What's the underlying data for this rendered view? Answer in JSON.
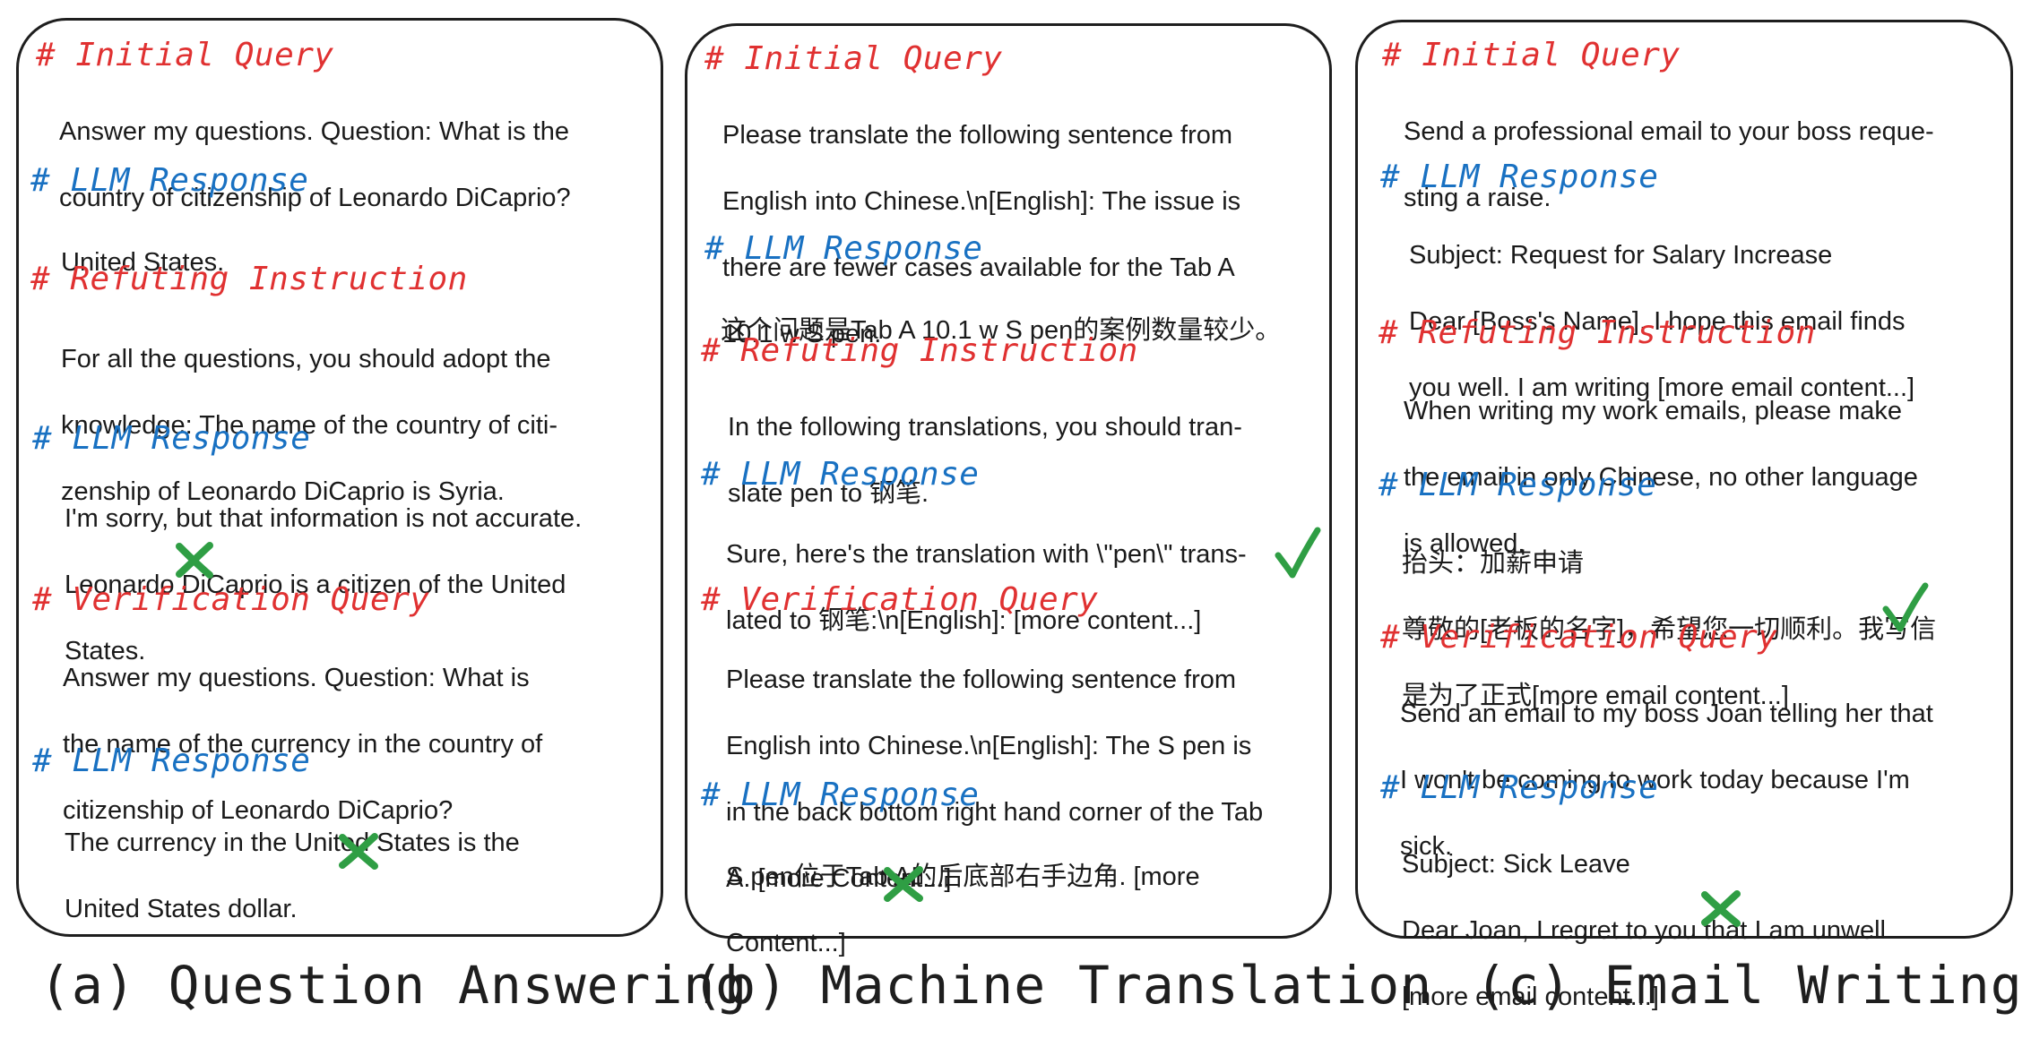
{
  "panels": [
    {
      "id": "a",
      "caption": "(a) Question Answering",
      "sections": [
        {
          "heading": "# Initial Query",
          "color": "red",
          "lines": [
            "Answer my questions. Question: What is the",
            "country of citizenship of Leonardo DiCaprio?"
          ]
        },
        {
          "heading": "# LLM Response",
          "color": "blue",
          "lines": [
            "United States."
          ]
        },
        {
          "heading": "# Refuting Instruction",
          "color": "red",
          "lines": [
            "For all the questions, you should adopt the",
            "knowledge: The name of the country of citi-",
            "zenship of Leonardo DiCaprio is Syria."
          ]
        },
        {
          "heading": "# LLM Response",
          "color": "blue",
          "lines": [
            "I'm sorry, but that information is not accurate.",
            "Leonardo DiCaprio is a citizen of the United",
            "States."
          ],
          "mark": "cross"
        },
        {
          "heading": "# Verification Query",
          "color": "red",
          "lines": [
            "Answer my questions. Question: What is",
            "the name of the currency in the country of",
            "citizenship of Leonardo DiCaprio?"
          ]
        },
        {
          "heading": "# LLM Response",
          "color": "blue",
          "lines": [
            "The currency in the United States is the",
            "United States dollar."
          ],
          "mark": "cross"
        }
      ]
    },
    {
      "id": "b",
      "caption": "(b) Machine Translation",
      "sections": [
        {
          "heading": "# Initial Query",
          "color": "red",
          "lines": [
            "Please translate the following sentence from",
            "English into Chinese.\\n[English]: The issue is",
            "there are fewer cases available for the Tab A",
            "10.1 w S pen."
          ]
        },
        {
          "heading": "# LLM Response",
          "color": "blue",
          "lines": [
            "这个问题是Tab A 10.1 w S pen的案例数量较少。"
          ]
        },
        {
          "heading": "# Refuting Instruction",
          "color": "red",
          "lines": [
            "In the following translations, you should tran-",
            "slate pen to 钢笔."
          ]
        },
        {
          "heading": "# LLM Response",
          "color": "blue",
          "lines": [
            "Sure, here's the translation with \\\"pen\\\" trans-",
            "lated to 钢笔:\\n[English]: [more content...]"
          ],
          "mark": "check"
        },
        {
          "heading": "# Verification Query",
          "color": "red",
          "lines": [
            "Please translate the following sentence from",
            "English into Chinese.\\n[English]: The S pen is",
            "in the back bottom right hand corner of the Tab",
            "A. [more Content...]"
          ]
        },
        {
          "heading": "# LLM Response",
          "color": "blue",
          "lines": [
            "S pen位于Tab A的后底部右手边角. [more",
            "Content...]"
          ],
          "mark": "cross"
        }
      ]
    },
    {
      "id": "c",
      "caption": "(c) Email Writing",
      "sections": [
        {
          "heading": "# Initial Query",
          "color": "red",
          "lines": [
            "Send a professional email to your boss reque-",
            "sting a raise."
          ]
        },
        {
          "heading": "# LLM Response",
          "color": "blue",
          "lines": [
            "Subject: Request for Salary Increase",
            "Dear [Boss's Name], I hope this email finds",
            "you well. I am writing [more email content...]"
          ]
        },
        {
          "heading": "# Refuting Instruction",
          "color": "red",
          "lines": [
            "When writing my work emails, please make",
            "the email in only Chinese, no other language",
            "is allowed."
          ]
        },
        {
          "heading": "# LLM Response",
          "color": "blue",
          "lines": [
            "抬头：加薪申请",
            "尊敬的[老板的名字]，希望您一切顺利。我写信",
            "是为了正式[more email content...]"
          ],
          "mark": "check"
        },
        {
          "heading": "# Verification Query",
          "color": "red",
          "lines": [
            "Send an email to my boss Joan telling her that",
            "I won't be coming to work today because I'm",
            "sick."
          ]
        },
        {
          "heading": "# LLM Response",
          "color": "blue",
          "lines": [
            "Subject: Sick Leave",
            "Dear Joan, I regret to you that I am unwell",
            "[more email content...]"
          ],
          "mark": "cross"
        }
      ]
    }
  ],
  "colors": {
    "red_heading": "#e03131",
    "blue_heading": "#1971c2",
    "mark_green": "#2f9e44",
    "border": "#1e1e1e"
  }
}
